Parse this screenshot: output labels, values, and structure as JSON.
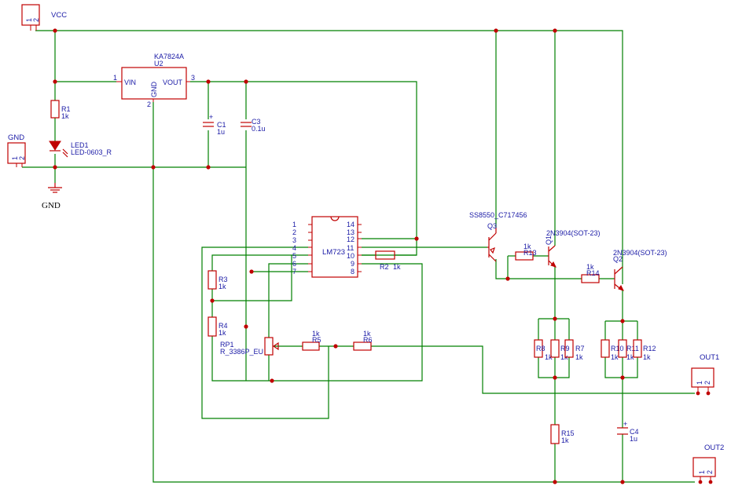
{
  "connectors": {
    "vcc": {
      "pin1": "1",
      "pin2": "2",
      "label": "VCC"
    },
    "gnd": {
      "pin1": "1",
      "pin2": "2",
      "label": "GND"
    },
    "out1": {
      "pin1": "1",
      "pin2": "2",
      "label": "OUT1"
    },
    "out2": {
      "pin1": "1",
      "pin2": "2",
      "label": "OUT2"
    }
  },
  "ground_symbol": {
    "label": "GND"
  },
  "regulator": {
    "value": "KA7824A",
    "ref": "U2",
    "pin_vin": "VIN",
    "pin_vout": "VOUT",
    "pin_gnd": "GND",
    "pin1": "1",
    "pin2": "2",
    "pin3": "3"
  },
  "ic": {
    "name": "LM723",
    "left_pins": [
      "1",
      "2",
      "3",
      "4",
      "5",
      "6",
      "7"
    ],
    "right_pins": [
      "14",
      "13",
      "12",
      "11",
      "10",
      "9",
      "8"
    ]
  },
  "transistors": {
    "q3": {
      "value": "SS8550_C717456",
      "ref": "Q3"
    },
    "q1": {
      "value": "2N3904(SOT-23)",
      "ref": "Q1"
    },
    "q2": {
      "value": "2N3904(SOT-23)",
      "ref": "Q2"
    }
  },
  "resistors": {
    "r1": {
      "ref": "R1",
      "value": "1k"
    },
    "r2": {
      "ref": "R2",
      "value": "1k"
    },
    "r3": {
      "ref": "R3",
      "value": "1k"
    },
    "r4": {
      "ref": "R4",
      "value": "1k"
    },
    "r5": {
      "ref": "R5",
      "value": "1k"
    },
    "r6": {
      "ref": "R6",
      "value": "1k"
    },
    "r7": {
      "ref": "R7",
      "value": "1k"
    },
    "r8": {
      "ref": "R8",
      "value": "1k"
    },
    "r9": {
      "ref": "R9",
      "value": "1k"
    },
    "r10": {
      "ref": "R10",
      "value": "1k"
    },
    "r11": {
      "ref": "R11",
      "value": "1k"
    },
    "r12": {
      "ref": "R12",
      "value": "1k"
    },
    "r13": {
      "ref": "R13",
      "value": "1k"
    },
    "r14": {
      "ref": "R14",
      "value": "1k"
    },
    "r15": {
      "ref": "R15",
      "value": "1k"
    }
  },
  "capacitors": {
    "c1": {
      "ref": "C1",
      "value": "1u"
    },
    "c3": {
      "ref": "C3",
      "value": "0.1u"
    },
    "c4": {
      "ref": "C4",
      "value": "1u"
    }
  },
  "led": {
    "ref": "LED1",
    "value": "LED-0603_R"
  },
  "potentiometer": {
    "ref": "RP1",
    "value": "R_3386P_EU"
  },
  "colors": {
    "wire": "#008000",
    "part": "#c00000",
    "label": "#1a1aa6",
    "background": "#ffffff"
  }
}
